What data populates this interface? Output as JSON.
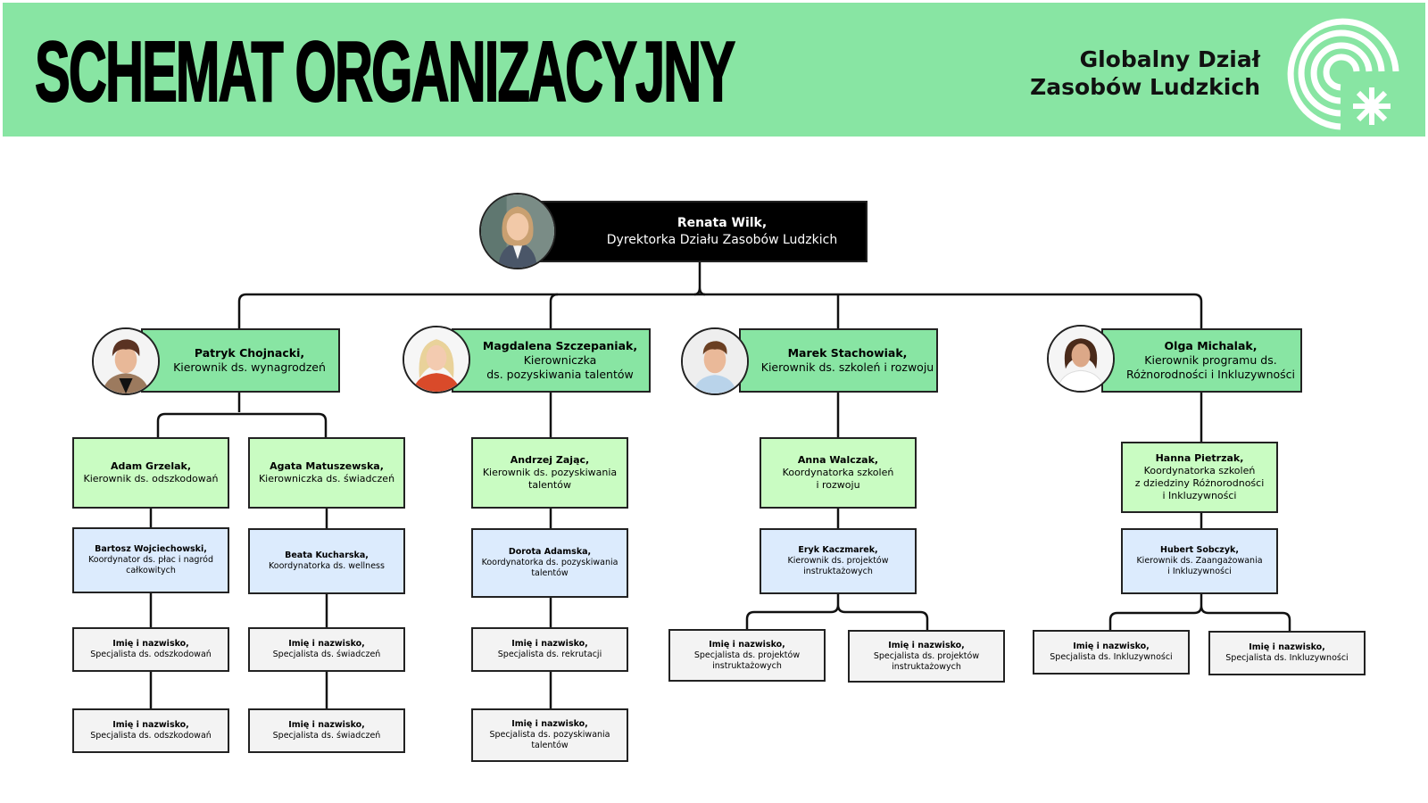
{
  "header": {
    "title": "SCHEMAT ORGANIZACYJNY",
    "department_line1": "Globalny Dział",
    "department_line2": "Zasobów Ludzkich",
    "background_color": "#88e5a3",
    "logo_icon": "concentric-arcs-asterisk-logo"
  },
  "colors": {
    "director": "#000000",
    "manager": "#88e5a3",
    "lead": "#c9fcc2",
    "coordinator": "#dcebfd",
    "specialist": "#f3f3f3"
  },
  "director": {
    "name": "Renata Wilk,",
    "role": "Dyrektorka Działu Zasobów Ludzkich",
    "photo": "woman-blonde-photo"
  },
  "managers": [
    {
      "name": "Patryk Chojnacki,",
      "role": "Kierownik ds. wynagrodzeń",
      "photo": "young-man-photo"
    },
    {
      "name": "Magdalena Szczepaniak,",
      "role": "Kierowniczka\nds. pozyskiwania talentów",
      "photo": "blonde-woman-photo"
    },
    {
      "name": "Marek Stachowiak,",
      "role": "Kierownik ds. szkoleń i rozwoju",
      "photo": "young-man-smiling-photo"
    },
    {
      "name": "Olga Michalak,",
      "role": "Kierownik programu ds.\nRóżnorodności i Inkluzywności",
      "photo": "curly-hair-woman-photo"
    }
  ],
  "leads": [
    {
      "name": "Adam Grzelak,",
      "role": "Kierownik ds. odszkodowań"
    },
    {
      "name": "Agata Matuszewska,",
      "role": "Kierowniczka ds. świadczeń"
    },
    {
      "name": "Andrzej Zając,",
      "role": "Kierownik ds. pozyskiwania\ntalentów"
    },
    {
      "name": "Anna Walczak,",
      "role": "Koordynatorka szkoleń\ni rozwoju"
    },
    {
      "name": "Hanna Pietrzak,",
      "role": "Koordynatorka szkoleń\nz dziedziny Różnorodności\ni Inkluzywności"
    }
  ],
  "coordinators": [
    {
      "name": "Bartosz Wojciechowski,",
      "role": "Koordynator ds. płac i nagród\ncałkowitych"
    },
    {
      "name": "Beata Kucharska,",
      "role": "Koordynatorka ds. wellness"
    },
    {
      "name": "Dorota Adamska,",
      "role": "Koordynatorka ds. pozyskiwania\ntalentów"
    },
    {
      "name": "Eryk Kaczmarek,",
      "role": "Kierownik ds. projektów\ninstruktażowych"
    },
    {
      "name": "Hubert Sobczyk,",
      "role": "Kierownik ds. Zaangażowania\ni Inkluzywności"
    }
  ],
  "specialists": [
    {
      "name": "Imię i nazwisko,",
      "role": "Specjalista ds. odszkodowań"
    },
    {
      "name": "Imię i nazwisko,",
      "role": "Specjalista ds. odszkodowań"
    },
    {
      "name": "Imię i nazwisko,",
      "role": "Specjalista ds. świadczeń"
    },
    {
      "name": "Imię i nazwisko,",
      "role": "Specjalista ds. świadczeń"
    },
    {
      "name": "Imię i nazwisko,",
      "role": "Specjalista ds. rekrutacji"
    },
    {
      "name": "Imię i nazwisko,",
      "role": "Specjalista ds. pozyskiwania\ntalentów"
    },
    {
      "name": "Imię i nazwisko,",
      "role": "Specjalista ds. projektów\ninstruktażowych"
    },
    {
      "name": "Imię i nazwisko,",
      "role": "Specjalista ds. projektów\ninstruktażowych"
    },
    {
      "name": "Imię i nazwisko,",
      "role": "Specjalista ds. Inkluzywności"
    },
    {
      "name": "Imię i nazwisko,",
      "role": "Specjalista ds. Inkluzywności"
    }
  ]
}
